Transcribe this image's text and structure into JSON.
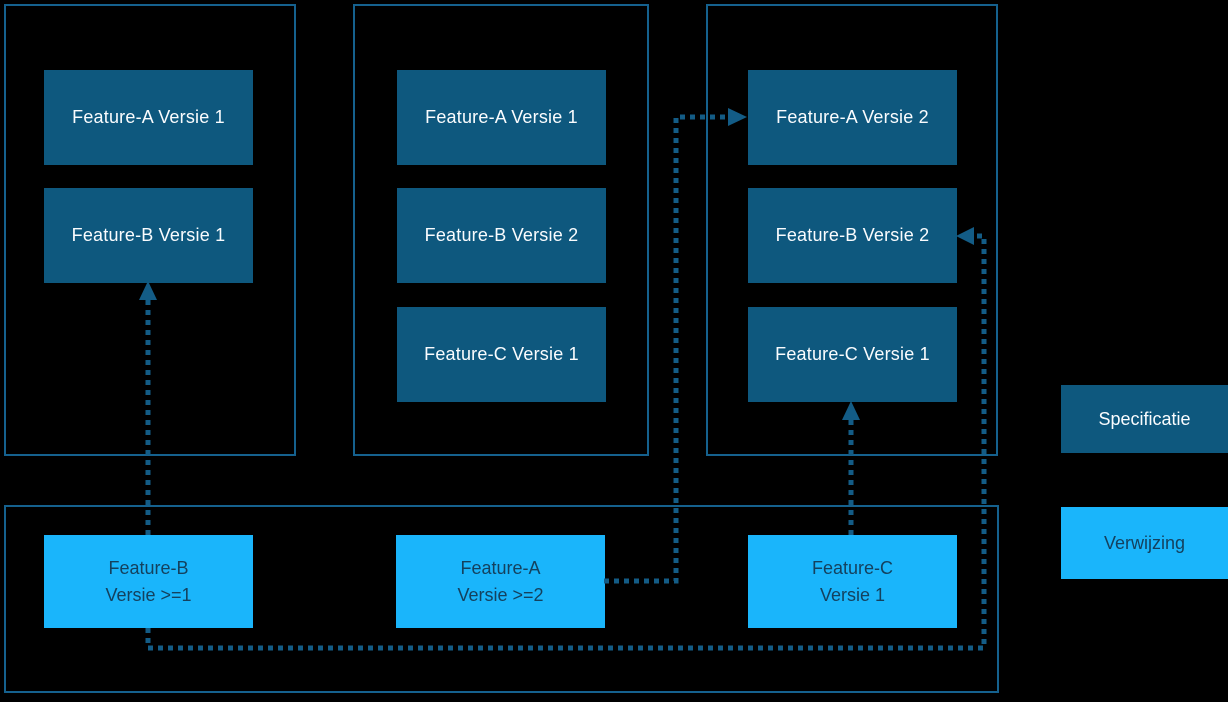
{
  "colors": {
    "background": "#000000",
    "container_border": "#15618E",
    "spec_fill": "#0E587E",
    "spec_text": "#FAFCFE",
    "ref_fill": "#1AB5FB",
    "ref_text": "#14415E",
    "arrow": "#135C86"
  },
  "containers": [
    {
      "boxes": [
        {
          "label": "Feature-A Versie 1"
        },
        {
          "label": "Feature-B Versie 1"
        }
      ]
    },
    {
      "boxes": [
        {
          "label": "Feature-A Versie 1"
        },
        {
          "label": "Feature-B Versie 2"
        },
        {
          "label": "Feature-C Versie 1"
        }
      ]
    },
    {
      "boxes": [
        {
          "label": "Feature-A Versie 2"
        },
        {
          "label": "Feature-B Versie 2"
        },
        {
          "label": "Feature-C Versie 1"
        }
      ]
    }
  ],
  "references": [
    {
      "line1": "Feature-B",
      "line2": "Versie >=1"
    },
    {
      "line1": "Feature-A",
      "line2": "Versie >=2"
    },
    {
      "line1": "Feature-C",
      "line2": "Versie 1"
    }
  ],
  "legend": {
    "specification": "Specificatie",
    "reference": "Verwijzing"
  },
  "arrows": [
    {
      "from": "Feature-B Versie >=1",
      "to": "Package 1: Feature-B Versie 1",
      "style": "dotted"
    },
    {
      "from": "Feature-A Versie >=2",
      "to": "Package 3: Feature-A Versie 2",
      "style": "dotted"
    },
    {
      "from": "Feature-C Versie 1",
      "to": "Package 3: Feature-C Versie 1",
      "style": "dotted"
    },
    {
      "from": "Feature-B Versie >=1",
      "to": "Package 3: Feature-B Versie 2",
      "style": "dotted"
    }
  ]
}
